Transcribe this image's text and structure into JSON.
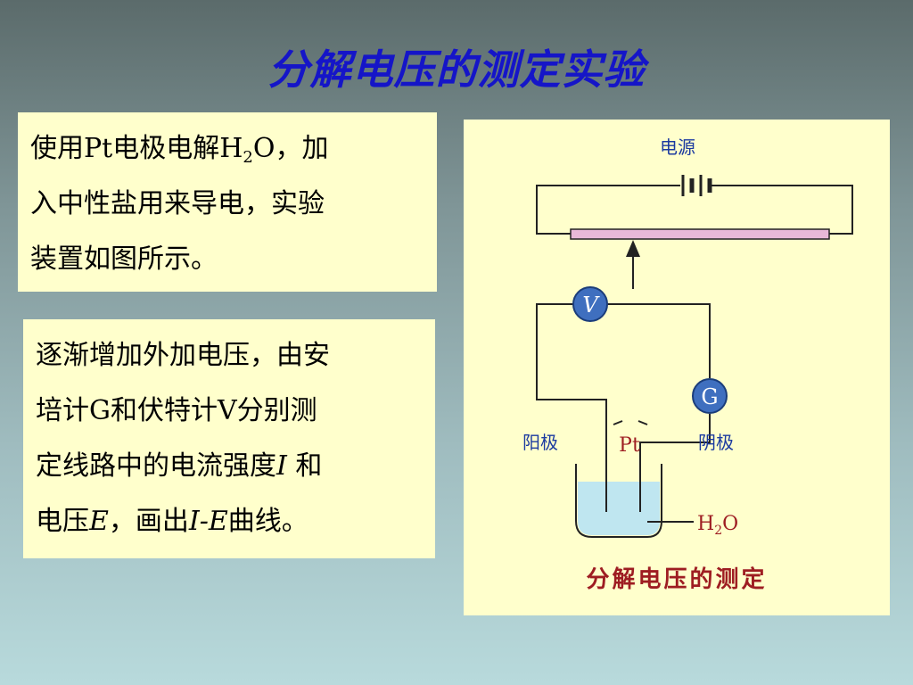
{
  "slide": {
    "title": "分解电压的测定实验"
  },
  "box1": {
    "line1_a": "使用Pt电极电解H",
    "line1_sub": "2",
    "line1_b": "O，加",
    "line2": "入中性盐用来导电，实验",
    "line3": "装置如图所示。"
  },
  "box2": {
    "line1": "逐渐增加外加电压，由安",
    "line2": "培计G和伏特计V分别测",
    "line3_a": "定线路中的电流强度",
    "line3_i": "I",
    "line3_b": " 和",
    "line4_a": "电压",
    "line4_e": "E",
    "line4_b": "，画出",
    "line4_ie": "I-E",
    "line4_c": "曲线。"
  },
  "diagram": {
    "power_label": "电源",
    "voltmeter_label": "V",
    "galvanometer_label": "G",
    "anode_label": "阳极",
    "cathode_label": "阴极",
    "electrode_label": "Pt",
    "water_label_a": "H",
    "water_label_sub": "2",
    "water_label_b": "O",
    "caption": "分解电压的测定",
    "colors": {
      "wire": "#222222",
      "meter_fill": "#3f6fbf",
      "rheostat": "#e8b8d8",
      "water": "#bfe6f0",
      "caption": "#9e1d22"
    }
  }
}
